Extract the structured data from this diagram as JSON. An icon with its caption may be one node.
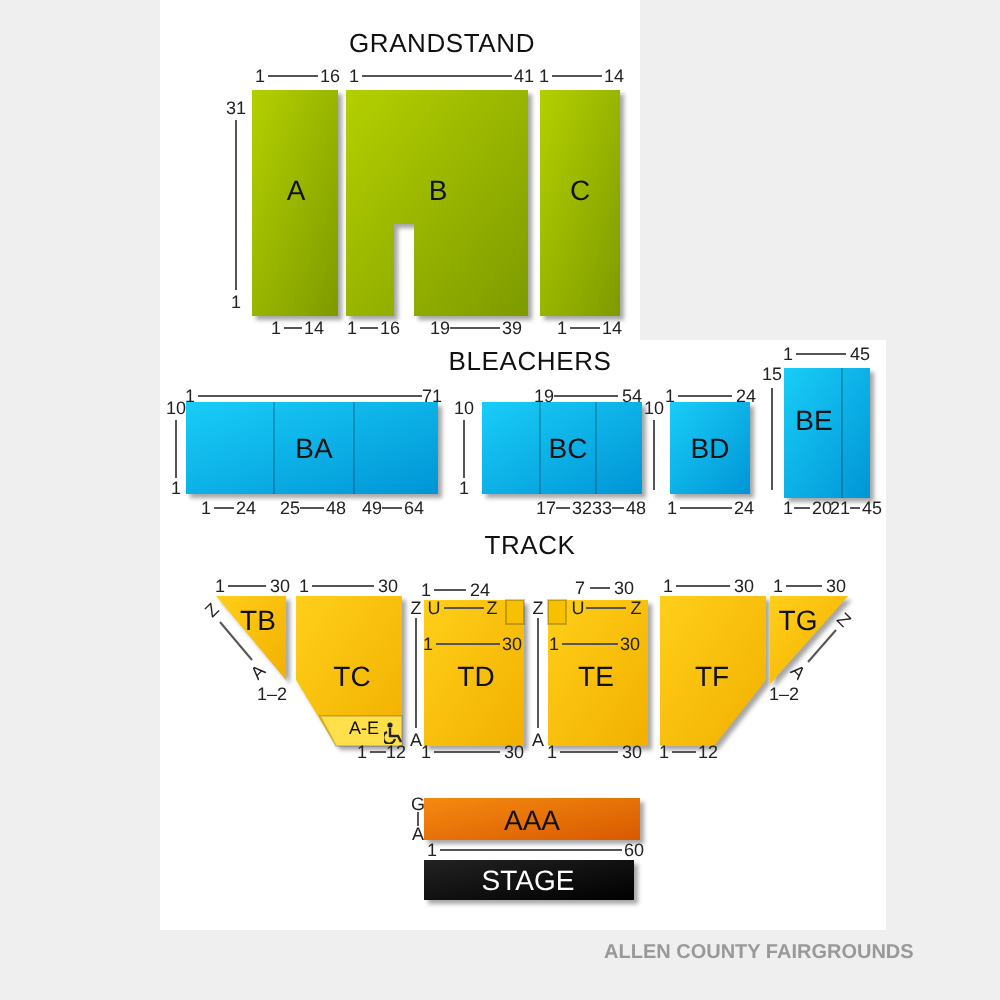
{
  "diagram": {
    "caption": "ALLEN COUNTY FAIRGROUNDS",
    "nodes": [
      {
        "text": [
          "A"
        ]
      },
      {
        "text": [
          "B"
        ]
      },
      {
        "text": [
          "C"
        ]
      },
      {
        "text": [
          "BA"
        ]
      },
      {
        "text": [
          "BC"
        ]
      },
      {
        "text": [
          "BD"
        ]
      },
      {
        "text": [
          "BE"
        ]
      },
      {
        "text": [
          "TB"
        ]
      },
      {
        "text": [
          "TC",
          "A-E"
        ]
      },
      {
        "text": [
          "TD"
        ]
      },
      {
        "text": [
          "TE"
        ]
      },
      {
        "text": [
          "TF"
        ]
      },
      {
        "text": [
          "TG"
        ]
      },
      {
        "text": [
          "AAA"
        ]
      },
      {
        "text": [
          "STAGE"
        ]
      }
    ],
    "edges": [],
    "labels": [
      "GRANDSTAND",
      "1",
      "16",
      "1",
      "41",
      "1",
      "14",
      "31",
      "1",
      "1",
      "14",
      "1",
      "16",
      "19",
      "39",
      "1",
      "14",
      "BLEACHERS",
      "1",
      "45",
      "15",
      "1",
      "71",
      "19",
      "54",
      "1",
      "24",
      "10",
      "1",
      "10",
      "1",
      "10",
      "1",
      "24",
      "25",
      "48",
      "49",
      "64",
      "17",
      "32",
      "33",
      "48",
      "1",
      "24",
      "1",
      "20",
      "21",
      "45",
      "TRACK",
      "1",
      "30",
      "1",
      "30",
      "1",
      "24",
      "7",
      "30",
      "1",
      "30",
      "1",
      "30",
      "Z",
      "A",
      "1–2",
      "Z",
      "A",
      "U",
      "Z",
      "1",
      "30",
      "Z",
      "A",
      "U",
      "Z",
      "1",
      "30",
      "Z",
      "A",
      "1–2",
      "1",
      "12",
      "1",
      "30",
      "1",
      "30",
      "1",
      "12",
      "G",
      "A",
      "1",
      "60"
    ]
  }
}
